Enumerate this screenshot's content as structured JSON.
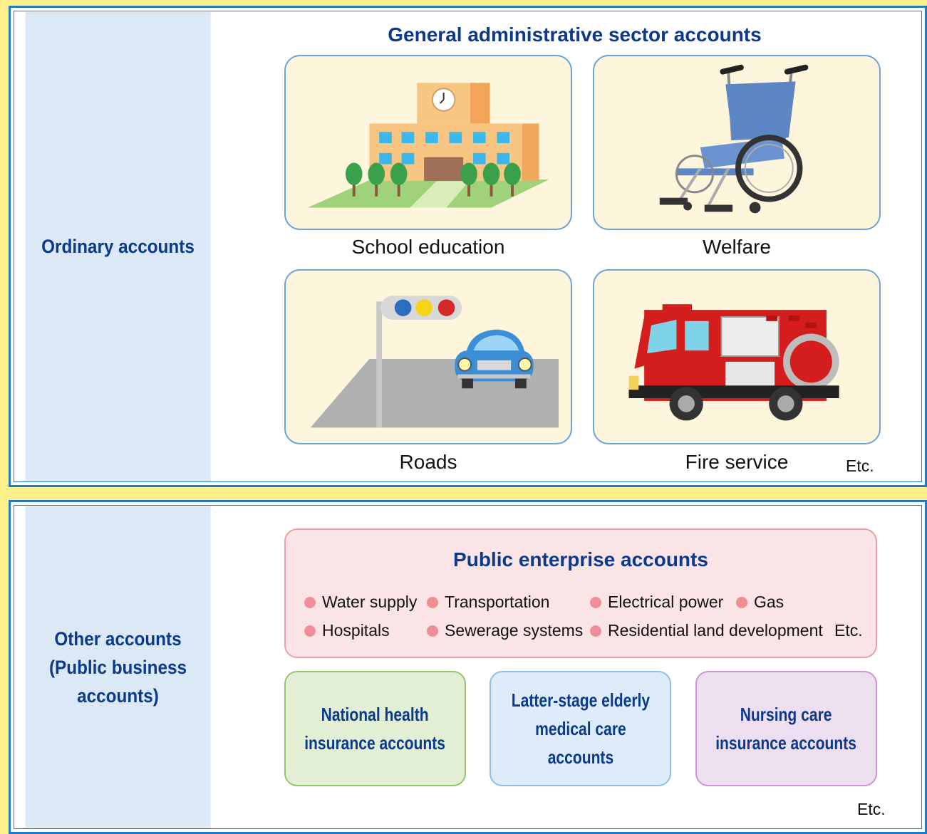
{
  "ordinary": {
    "side_label": "Ordinary accounts",
    "section_title": "General administrative sector accounts",
    "tiles": [
      {
        "label": "School education",
        "icon": "school-building-icon"
      },
      {
        "label": "Welfare",
        "icon": "wheelchair-icon"
      },
      {
        "label": "Roads",
        "icon": "traffic-light-and-car-icon"
      },
      {
        "label": "Fire service",
        "icon": "fire-engine-icon"
      }
    ],
    "etc": "Etc."
  },
  "other": {
    "side_label_line1": "Other accounts",
    "side_label_line2": "(Public business",
    "side_label_line3": "accounts)",
    "enterprise": {
      "title": "Public enterprise accounts",
      "items": [
        "Water supply",
        "Transportation",
        "Electrical power",
        "Gas",
        "Hospitals",
        "Sewerage systems",
        "Residential land development"
      ],
      "etc": "Etc."
    },
    "accounts": [
      {
        "line1": "National health",
        "line2": "insurance accounts",
        "line3": ""
      },
      {
        "line1": "Latter-stage elderly",
        "line2": "medical care",
        "line3": "accounts"
      },
      {
        "line1": "Nursing care",
        "line2": "insurance accounts",
        "line3": ""
      }
    ],
    "etc": "Etc."
  },
  "colors": {
    "background": "#fdf08a",
    "frame": "#1f7cc4",
    "side_fill": "#dbe8f5",
    "title_text": "#0b3a8c",
    "tile_fill": "#fdf6dc",
    "enterprise_fill": "#fbe4e6",
    "national_health_fill": "#e2efd4",
    "elderly_care_fill": "#ddecf8",
    "nursing_care_fill": "#eedff0"
  }
}
